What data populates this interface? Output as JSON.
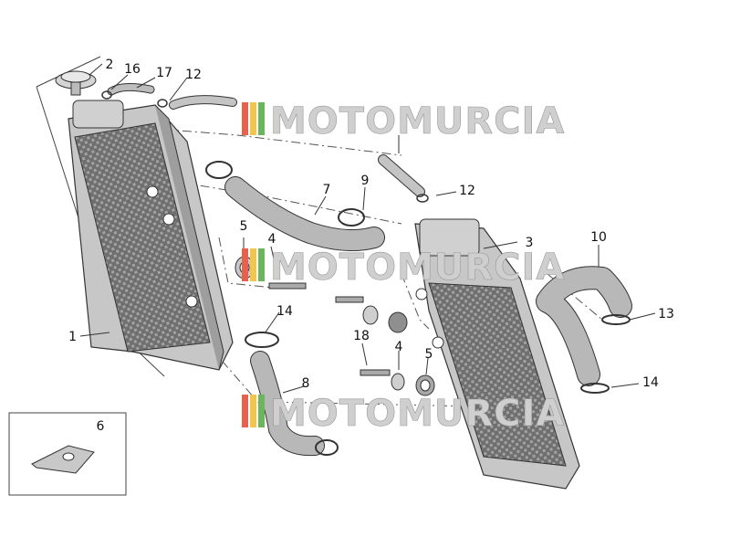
{
  "diagram": {
    "callouts": {
      "c1": "1",
      "c2": "2",
      "c3": "3",
      "c4a": "4",
      "c4b": "4",
      "c5a": "5",
      "c5b": "5",
      "c6": "6",
      "c7": "7",
      "c8": "8",
      "c9": "9",
      "c10": "10",
      "c12a": "12",
      "c12b": "12",
      "c13": "13",
      "c14a": "14",
      "c14b": "14",
      "c16": "16",
      "c17": "17",
      "c18": "18"
    },
    "watermark": "MOTOMURCIA",
    "colors": {
      "stripe_red": "#e8614e",
      "stripe_yellow": "#f2c64c",
      "stripe_green": "#6cb45d",
      "part_fill": "#bdbdbd",
      "part_dark": "#7d7d7d",
      "line": "#333333",
      "watermark": "#cfcfcf"
    }
  }
}
